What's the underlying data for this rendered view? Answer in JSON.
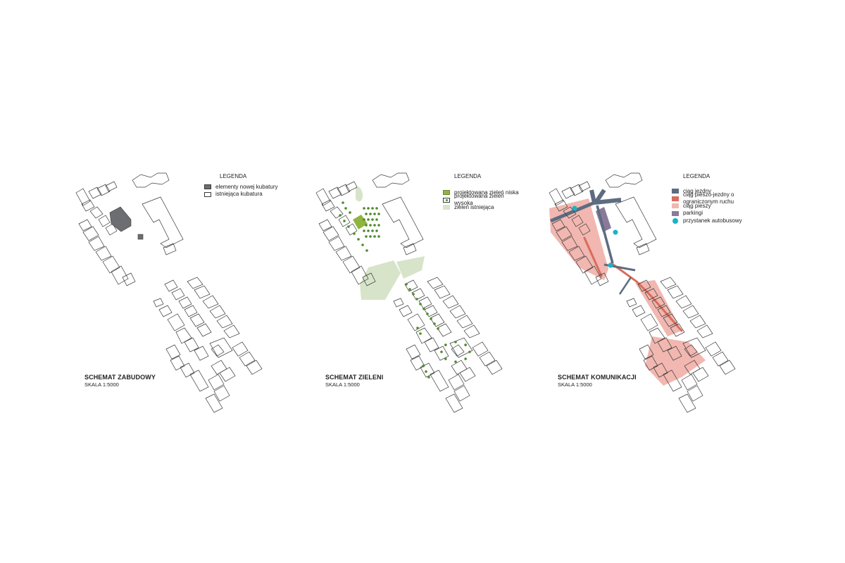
{
  "panels": [
    {
      "id": "zabudowa",
      "title": "SCHEMAT ZABUDOWY",
      "scale": "SKALA 1:5000",
      "legend_title": "LEGENDA",
      "legend": [
        {
          "label": "elementy nowej kubatury",
          "color": "#6d6e71",
          "shape": "rect"
        },
        {
          "label": "istniejąca kubatura",
          "color": "#ffffff",
          "shape": "rect-outline"
        }
      ]
    },
    {
      "id": "zielen",
      "title": "SCHEMAT ZIELENI",
      "scale": "SKALA 1:5000",
      "legend_title": "LEGENDA",
      "legend": [
        {
          "label": "projektowana zieleń niska",
          "color": "#8fb53f",
          "shape": "rect"
        },
        {
          "label": "projektowana zieleń wysoka",
          "color": "#4e8a2a",
          "shape": "dot"
        },
        {
          "label": "zieleń istniejąca",
          "color": "#d7e4c9",
          "shape": "rect"
        }
      ]
    },
    {
      "id": "komunikacja",
      "title": "SCHEMAT KOMUNIKACJI",
      "scale": "SKALA 1:5000",
      "legend_title": "LEGENDA",
      "legend": [
        {
          "label": "ciąg jezdny",
          "color": "#5e6c80",
          "shape": "rect"
        },
        {
          "label": "ciąg pieszo-jezdny o ograniczonym ruchu",
          "color": "#d96c5b",
          "shape": "rect"
        },
        {
          "label": "ciąg pieszy",
          "color": "#f1b7b0",
          "shape": "rect"
        },
        {
          "label": "parkingi",
          "color": "#8a7a99",
          "shape": "rect"
        },
        {
          "label": "przystanek autobusowy",
          "color": "#19b3c9",
          "shape": "circle"
        }
      ]
    }
  ],
  "colors": {
    "building_stroke": "#3a3a3a",
    "new_building": "#6d6e71",
    "green_low": "#8fb53f",
    "green_high": "#4e8a2a",
    "green_existing": "#d7e4c9",
    "road": "#5e6c80",
    "shared": "#d96c5b",
    "pedestrian": "#f1b7b0",
    "parking": "#8a7a99",
    "bus_stop": "#19b3c9"
  }
}
